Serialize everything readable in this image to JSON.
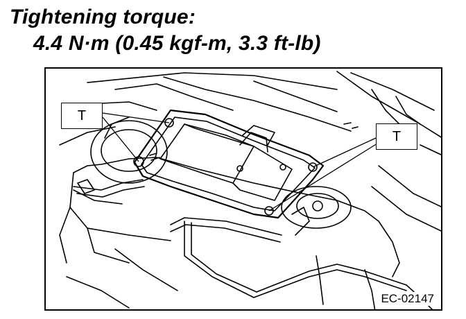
{
  "heading": {
    "title": "Tightening torque:",
    "value": "4.4 N·m (0.45 kgf-m, 3.3 ft-lb)"
  },
  "figure": {
    "callout_left": "T",
    "callout_right": "T",
    "figure_code": "EC-02147"
  }
}
